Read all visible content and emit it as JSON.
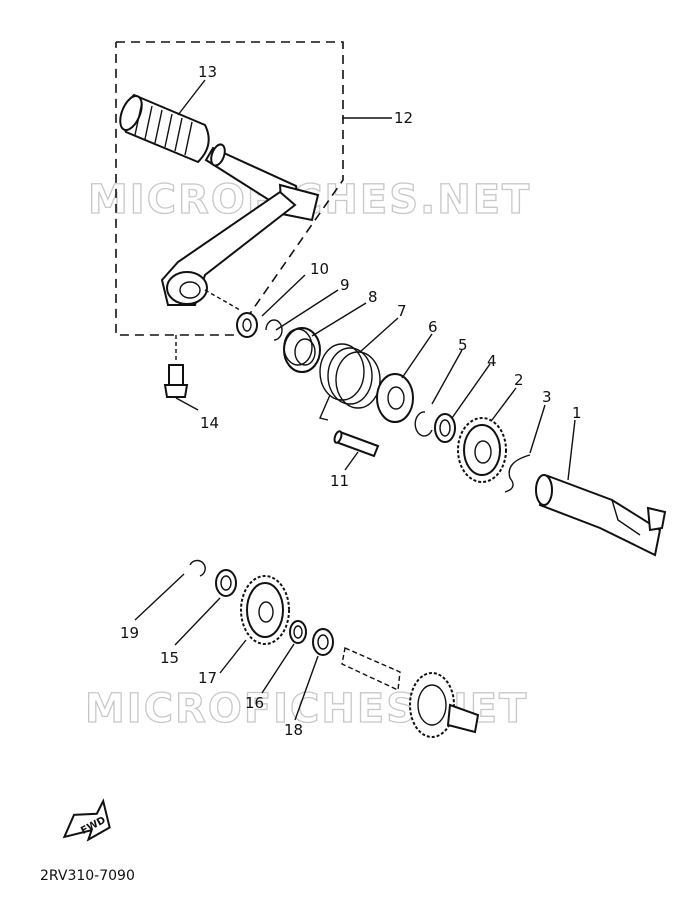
{
  "watermark": "MICROFICHES.NET",
  "callouts": {
    "p1": "1",
    "p2": "2",
    "p3": "3",
    "p4": "4",
    "p5": "5",
    "p6": "6",
    "p7": "7",
    "p8": "8",
    "p9": "9",
    "p10": "10",
    "p11": "11",
    "p12": "12",
    "p13": "13",
    "p14": "14",
    "p15": "15",
    "p16": "16",
    "p17": "17",
    "p18": "18",
    "p19": "19"
  },
  "fwd_label": "FWD",
  "drawing_code": "2RV310-7090"
}
